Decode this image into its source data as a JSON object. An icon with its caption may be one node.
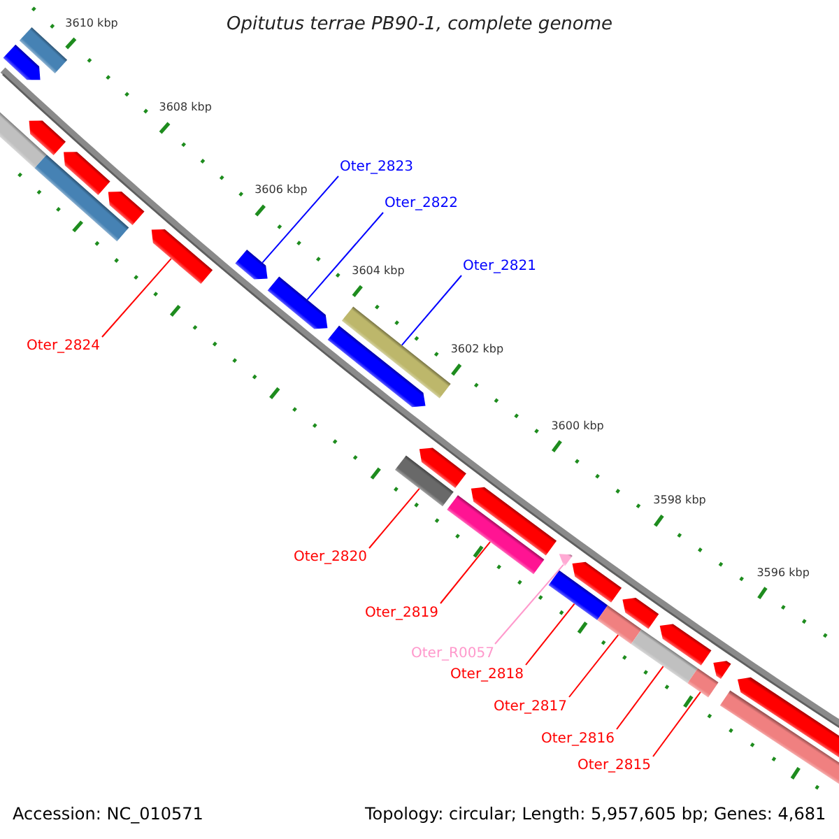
{
  "diagram": {
    "title": "Opitutus terrae PB90-1, complete genome",
    "nodes": [
      {
        "text": [
          "Oter_2823"
        ]
      },
      {
        "text": [
          "Oter_2822"
        ]
      },
      {
        "text": [
          "Oter_2821"
        ]
      },
      {
        "text": [
          "Oter_2824"
        ]
      },
      {
        "text": [
          "Oter_2820"
        ]
      },
      {
        "text": [
          "Oter_2819"
        ]
      },
      {
        "text": [
          "Oter_R0057"
        ]
      },
      {
        "text": [
          "Oter_2818"
        ]
      },
      {
        "text": [
          "Oter_2817"
        ]
      },
      {
        "text": [
          "Oter_2816"
        ]
      },
      {
        "text": [
          "Oter_2815"
        ]
      },
      {
        "text": [],
        "shape": "bar"
      },
      {
        "text": [],
        "shape": "arrow"
      },
      {
        "text": [],
        "shape": "arrow"
      },
      {
        "text": [],
        "shape": "bar"
      },
      {
        "text": [],
        "shape": "arrow"
      },
      {
        "text": [],
        "shape": "bar"
      },
      {
        "text": [],
        "shape": "arrow"
      },
      {
        "text": [],
        "shape": "arrow"
      },
      {
        "text": [],
        "shape": "arrow"
      },
      {
        "text": [],
        "shape": "arrow"
      },
      {
        "text": [],
        "shape": "bar"
      },
      {
        "text": [],
        "shape": "arrow"
      },
      {
        "text": [],
        "shape": "arrow"
      },
      {
        "text": [],
        "shape": "bar"
      },
      {
        "text": [],
        "shape": "arrow"
      },
      {
        "text": [],
        "shape": "bar"
      },
      {
        "text": [],
        "shape": "arrow"
      },
      {
        "text": [],
        "shape": "arrow"
      },
      {
        "text": [],
        "shape": "bar"
      },
      {
        "text": [],
        "shape": "arrow"
      },
      {
        "text": [],
        "shape": "bar"
      },
      {
        "text": [],
        "shape": "arrow"
      },
      {
        "text": [],
        "shape": "bar"
      },
      {
        "text": [],
        "shape": "arrow"
      },
      {
        "text": [],
        "shape": "arrow"
      },
      {
        "text": [],
        "shape": "bar"
      },
      {
        "text": [],
        "shape": "bar"
      }
    ],
    "edges": [
      {
        "from": 0,
        "to": 19,
        "arrow": "none",
        "color": "#0000ff"
      },
      {
        "from": 1,
        "to": 20,
        "arrow": "none",
        "color": "#0000ff"
      },
      {
        "from": 2,
        "to": 21,
        "arrow": "none",
        "color": "#0000ff"
      },
      {
        "from": 3,
        "to": 18,
        "arrow": "none"
      },
      {
        "from": 4,
        "to": 24,
        "arrow": "none"
      },
      {
        "from": 5,
        "to": 26,
        "arrow": "none"
      },
      {
        "from": 6,
        "to": 27,
        "arrow": "none",
        "color": "#ff99cc"
      },
      {
        "from": 7,
        "to": 29,
        "arrow": "none"
      },
      {
        "from": 8,
        "to": 31,
        "arrow": "none"
      },
      {
        "from": 9,
        "to": 33,
        "arrow": "none"
      },
      {
        "from": 10,
        "to": 36,
        "arrow": "none"
      }
    ],
    "labels": [
      "3610 kbp",
      "3608 kbp",
      "3606 kbp",
      "3604 kbp",
      "3602 kbp",
      "3600 kbp",
      "3598 kbp",
      "3596 kbp",
      "Accession: NC_010571",
      "Topology: circular; Length: 5,957,605 bp; Genes: 4,681"
    ]
  }
}
